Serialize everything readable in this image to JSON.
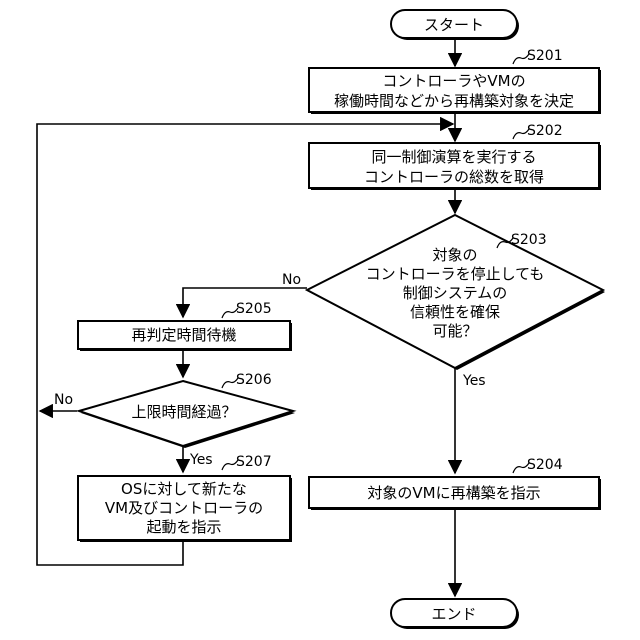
{
  "start": {
    "label": "スタート"
  },
  "end": {
    "label": "エンド"
  },
  "steps": {
    "s201": {
      "id": "S201",
      "lines": [
        "コントローラやVMの",
        "稼働時間などから再構築対象を決定"
      ]
    },
    "s202": {
      "id": "S202",
      "lines": [
        "同一制御演算を実行する",
        "コントローラの総数を取得"
      ]
    },
    "s203": {
      "id": "S203",
      "lines": [
        "対象の",
        "コントローラを停止しても",
        "制御システムの",
        "信頼性を確保",
        "可能？"
      ]
    },
    "s204": {
      "id": "S204",
      "lines": [
        "対象のVMに再構築を指示"
      ]
    },
    "s205": {
      "id": "S205",
      "lines": [
        "再判定時間待機"
      ]
    },
    "s206": {
      "id": "S206",
      "lines": [
        "上限時間経過？"
      ]
    },
    "s207": {
      "id": "S207",
      "lines": [
        "OSに対して新たな",
        "VM及びコントローラの",
        "起動を指示"
      ]
    }
  },
  "branches": {
    "s203_no": "No",
    "s203_yes": "Yes",
    "s206_no": "No",
    "s206_yes": "Yes"
  }
}
